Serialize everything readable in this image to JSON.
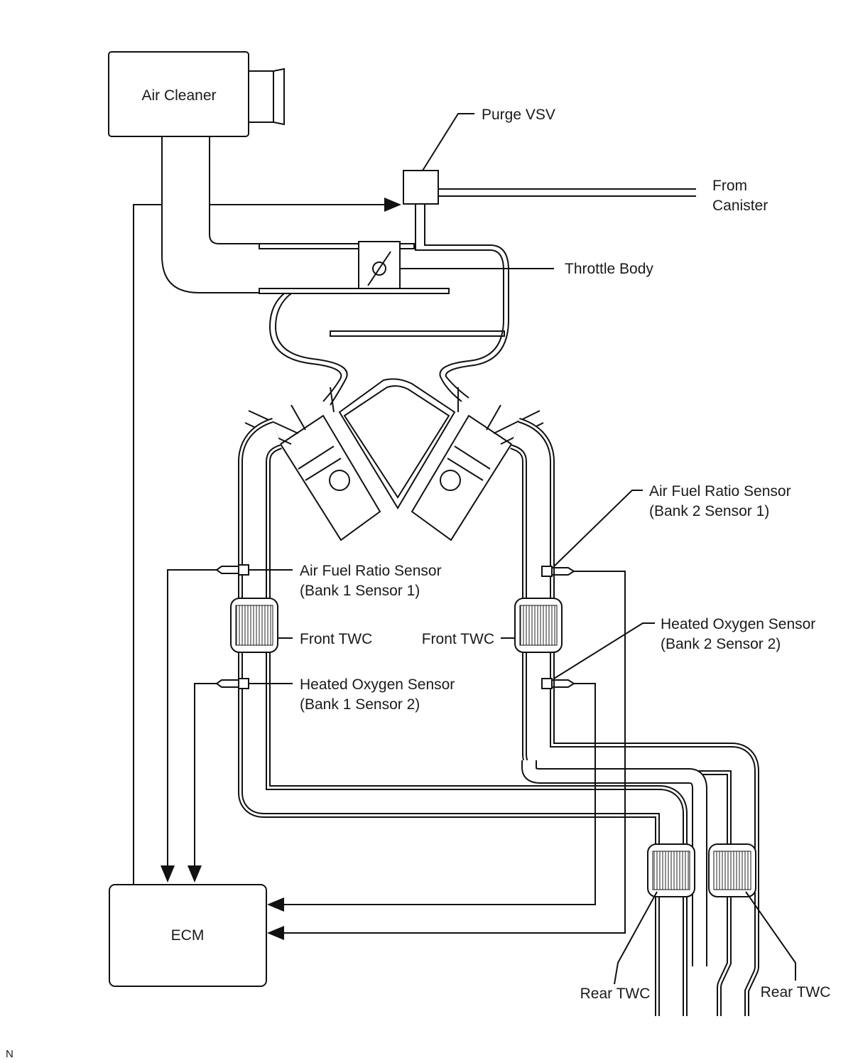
{
  "labels": {
    "air_cleaner": "Air Cleaner",
    "purge_vsv": "Purge VSV",
    "from_canister_1": "From",
    "from_canister_2": "Canister",
    "throttle_body": "Throttle Body",
    "afr_b2s1_1": "Air Fuel Ratio Sensor",
    "afr_b2s1_2": "(Bank 2 Sensor 1)",
    "afr_b1s1_1": "Air Fuel Ratio Sensor",
    "afr_b1s1_2": "(Bank 1 Sensor 1)",
    "front_twc_left": "Front TWC",
    "front_twc_right": "Front TWC",
    "ho2_b2s2_1": "Heated Oxygen Sensor",
    "ho2_b2s2_2": "(Bank 2 Sensor 2)",
    "ho2_b1s2_1": "Heated Oxygen Sensor",
    "ho2_b1s2_2": "(Bank 1 Sensor 2)",
    "ecm": "ECM",
    "rear_twc_left": "Rear TWC",
    "rear_twc_right": "Rear TWC",
    "corner_mark": "N"
  }
}
